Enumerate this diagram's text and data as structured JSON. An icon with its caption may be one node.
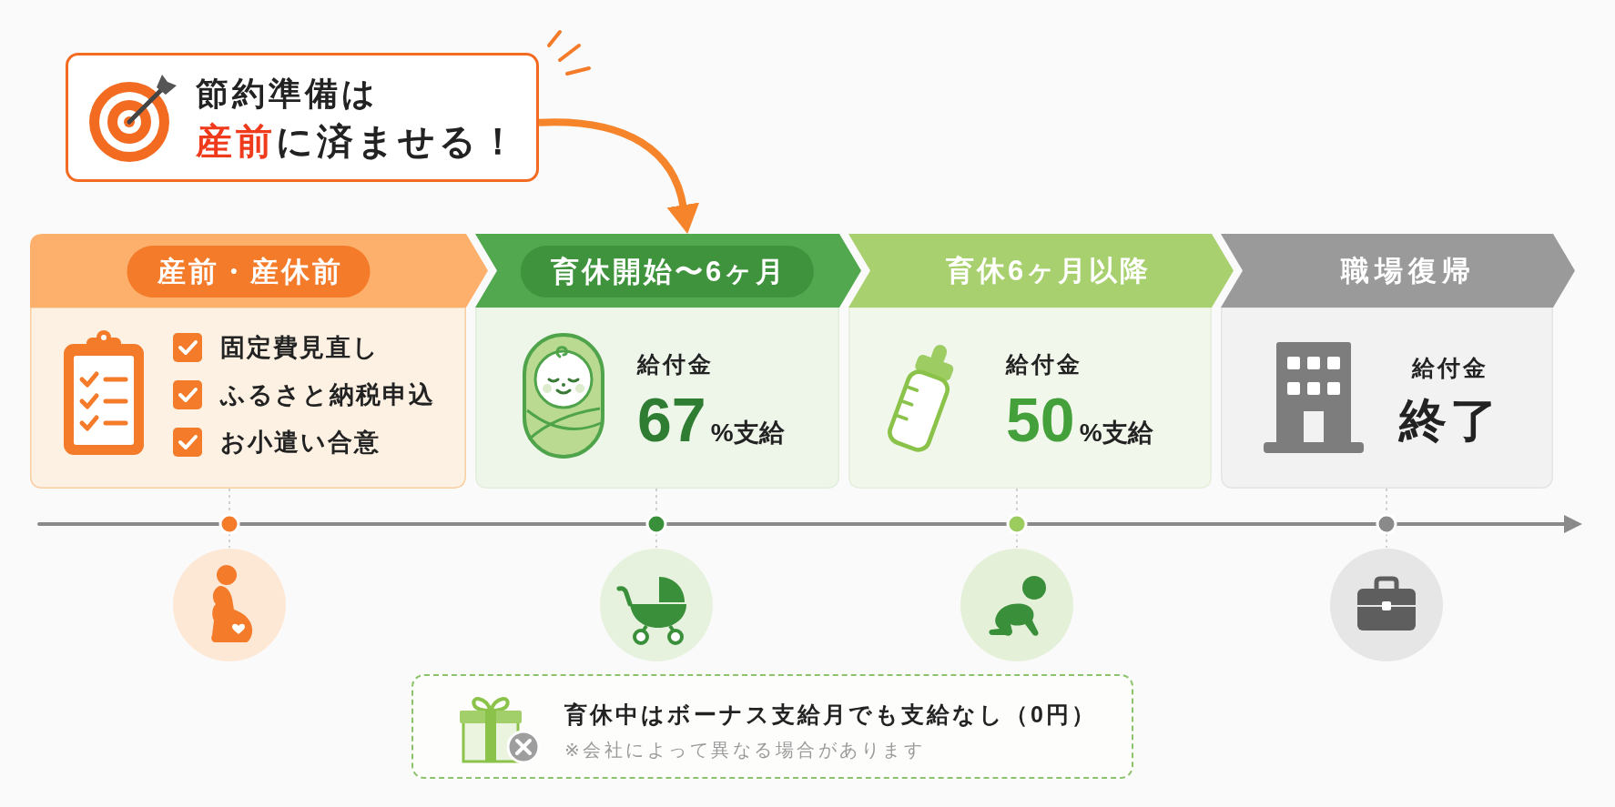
{
  "diagram": {
    "nodes": [
      {
        "text": [
          "節約準備は",
          "**産前**に済ませる！"
        ]
      },
      {
        "text": [
          "産前・産休前",
          "固定費見直し",
          "ふるさと納税申込",
          "お小遣い合意"
        ]
      },
      {
        "text": [
          "育休開始〜6ヶ月",
          "給付金",
          "**67**%支給"
        ]
      },
      {
        "text": [
          "育休6ヶ月以降",
          "給付金",
          "**50**%支給"
        ]
      },
      {
        "text": [
          "職場復帰",
          "給付金",
          "終了"
        ]
      },
      {
        "text": [],
        "shape": "picture"
      },
      {
        "text": [],
        "shape": "picture"
      },
      {
        "text": [],
        "shape": "picture"
      },
      {
        "text": [],
        "shape": "picture"
      },
      {
        "text": [
          "育休中はボーナス支給月でも支給なし（0円）",
          "※会社によって異なる場合があります"
        ]
      }
    ],
    "edges": [
      {
        "from": 0,
        "to": 2,
        "arrow": "to",
        "style": "thick",
        "color": "#f5842a"
      },
      {
        "from": 1,
        "to": 5,
        "arrow": "none",
        "style": "dashed"
      },
      {
        "from": 2,
        "to": 6,
        "arrow": "none",
        "style": "dashed"
      },
      {
        "from": 3,
        "to": 7,
        "arrow": "none",
        "style": "dashed"
      },
      {
        "from": 4,
        "to": 8,
        "arrow": "none",
        "style": "dashed"
      }
    ]
  }
}
